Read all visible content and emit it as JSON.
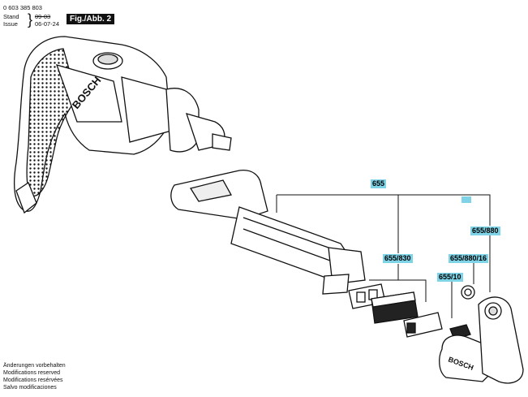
{
  "header": {
    "part_number": "0 603 385 803",
    "stand_label": "Stand",
    "stand_value": "09-03",
    "issue_label": "Issue",
    "issue_value": "06-07-24",
    "figure_label": "Fig./Abb. 2"
  },
  "callouts": {
    "c655": "655",
    "c655_830": "655/830",
    "c655_880": "655/880",
    "c655_880_16": "655/880/16",
    "c655_10": "655/10",
    "blank": ""
  },
  "notes": [
    "Änderungen vorbehalten",
    "Modifications reserved",
    "Modifications resérvées",
    "Salvo modificaciones"
  ],
  "brand": "BOSCH",
  "colors": {
    "callout_bg": "#7fd3e6",
    "line": "#000000"
  }
}
